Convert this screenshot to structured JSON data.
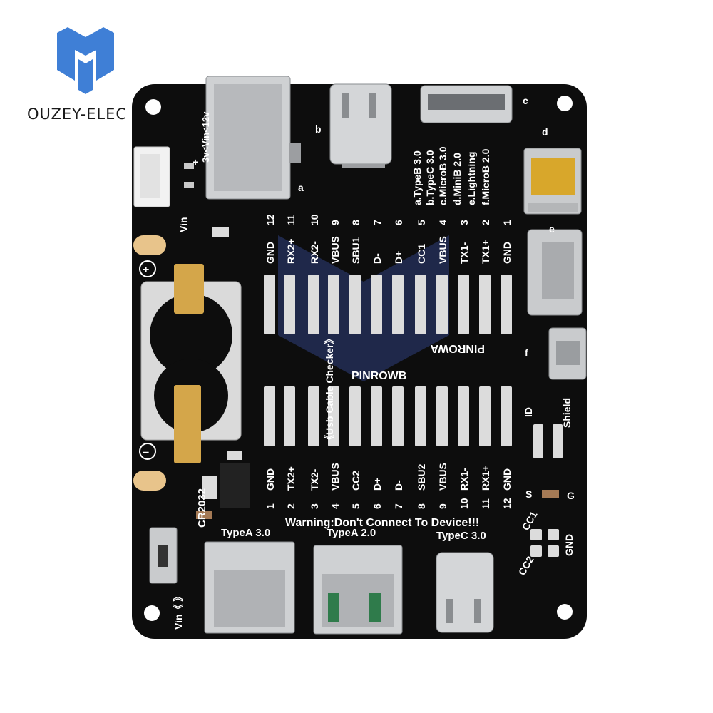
{
  "brand": {
    "logo_text": "OUZEY-ELEC",
    "logo_color": "#3f7fd6"
  },
  "board": {
    "title": "Usb Cable Checker",
    "title_brackets": "《Usb Cable Checker》",
    "vin_range": "3v<Vin<12v",
    "vin_label": "Vin",
    "plus": "+",
    "minus": "−",
    "battery": "CR2032",
    "vin_switch": "Vin《 》",
    "warning": "Warning:Don't Connect To Device!!!",
    "pinrow_a": "PINROWA",
    "pinrow_b": "PINROWB",
    "connector_list": [
      "a.TypeB 3.0",
      "b.TypeC 3.0",
      "c.MicroB 3.0",
      "d.MiniB 2.0",
      "e.Lightning",
      "f.MicroB 2.0"
    ],
    "side_letters": [
      "a",
      "b",
      "c",
      "d",
      "e",
      "f"
    ],
    "pinrow_a_labels": [
      "GND",
      "RX2+",
      "RX2-",
      "VBUS",
      "SBU1",
      "D-",
      "D+",
      "CC1",
      "VBUS",
      "TX1-",
      "TX1+",
      "GND"
    ],
    "pinrow_a_numbers": [
      "12",
      "11",
      "10",
      "9",
      "8",
      "7",
      "6",
      "5",
      "4",
      "3",
      "2",
      "1"
    ],
    "pinrow_b_labels": [
      "GND",
      "TX2+",
      "TX2-",
      "VBUS",
      "CC2",
      "D+",
      "D-",
      "SBU2",
      "VBUS",
      "RX1-",
      "RX1+",
      "GND"
    ],
    "pinrow_b_numbers": [
      "1",
      "2",
      "3",
      "4",
      "5",
      "6",
      "7",
      "8",
      "9",
      "10",
      "11",
      "12"
    ],
    "bottom_ports": [
      "TypeA 3.0",
      "TypeA 2.0",
      "TypeC 3.0"
    ],
    "id_label": "ID",
    "shield_label": "Shield",
    "s_label": "S",
    "g_label": "G",
    "cc1": "CC1",
    "cc2": "CC2",
    "gnd": "GND"
  }
}
